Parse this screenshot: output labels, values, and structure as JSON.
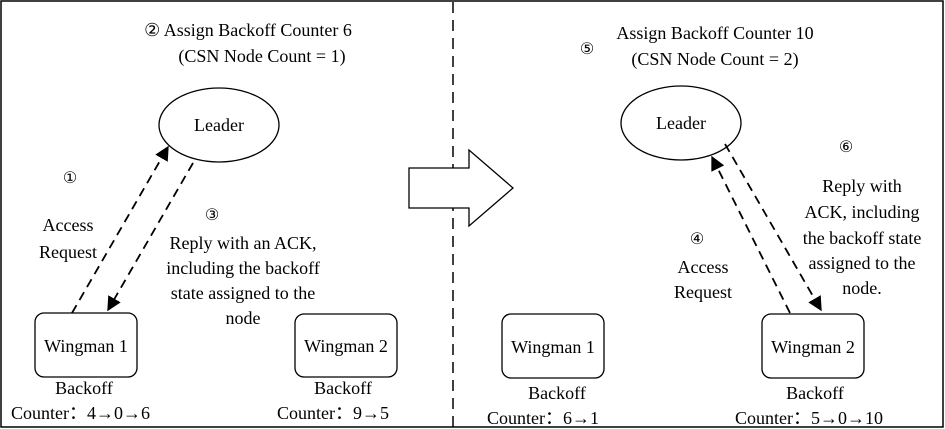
{
  "left_panel": {
    "assign_line1": "② Assign Backoff Counter 6",
    "assign_line2": "(CSN Node Count = 1)",
    "leader_label": "Leader",
    "step1_marker": "①",
    "access_request": [
      "Access",
      "Request"
    ],
    "step3_marker": "③",
    "reply_lines": [
      "Reply with an ACK,",
      "including the backoff",
      "state assigned to the",
      "node"
    ],
    "wingman1": {
      "label": "Wingman 1",
      "backoff": "Backoff",
      "counter": "Counter：4→0→6"
    },
    "wingman2": {
      "label": "Wingman 2",
      "backoff": "Backoff",
      "counter": "Counter：9→5"
    }
  },
  "transition_arrow": {
    "direction": "right"
  },
  "right_panel": {
    "step5_marker": "⑤",
    "assign_line1": "Assign Backoff Counter 10",
    "assign_line2": "(CSN Node Count = 2)",
    "leader_label": "Leader",
    "step4_marker": "④",
    "access_request": [
      "Access",
      "Request"
    ],
    "step6_marker": "⑥",
    "reply_lines": [
      "Reply with",
      "ACK, including",
      "the backoff state",
      "assigned to the",
      "node."
    ],
    "wingman1": {
      "label": "Wingman 1",
      "backoff": "Backoff",
      "counter": "Counter：6→1"
    },
    "wingman2": {
      "label": "Wingman 2",
      "backoff": "Backoff",
      "counter": "Counter：5→0→10"
    }
  },
  "colors": {
    "ink": "#000000",
    "background": "#ffffff"
  }
}
